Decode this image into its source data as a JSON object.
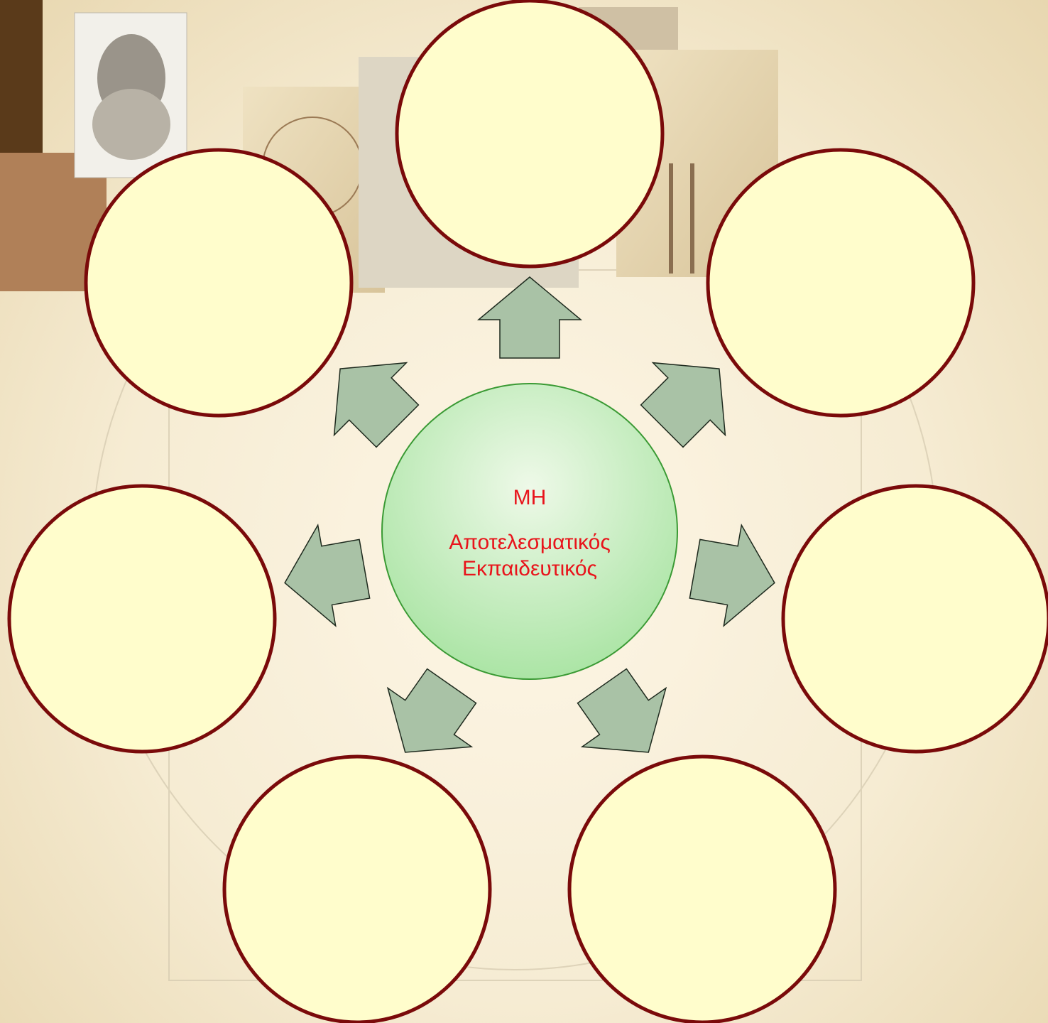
{
  "center_node": {
    "line1": "ΜΗ",
    "line2": "Αποτελεσματικός",
    "line3": "Εκπαιδευτικός"
  },
  "outer_nodes": [
    {
      "label": ""
    },
    {
      "label": ""
    },
    {
      "label": ""
    },
    {
      "label": ""
    },
    {
      "label": ""
    },
    {
      "label": ""
    },
    {
      "label": ""
    }
  ],
  "colors": {
    "outer_fill": "#fffdcc",
    "outer_stroke": "#7a0a0a",
    "arrow_fill": "#a9c2a6",
    "arrow_stroke": "#1e2a1e",
    "center_text": "#e8141b"
  },
  "background": {
    "pictures": [
      "mona-lisa",
      "leonardo-self-portrait",
      "vitruvian-man",
      "anatomy-sketch-skull",
      "anatomy-sketch-skeleton",
      "machine-sketch"
    ]
  }
}
